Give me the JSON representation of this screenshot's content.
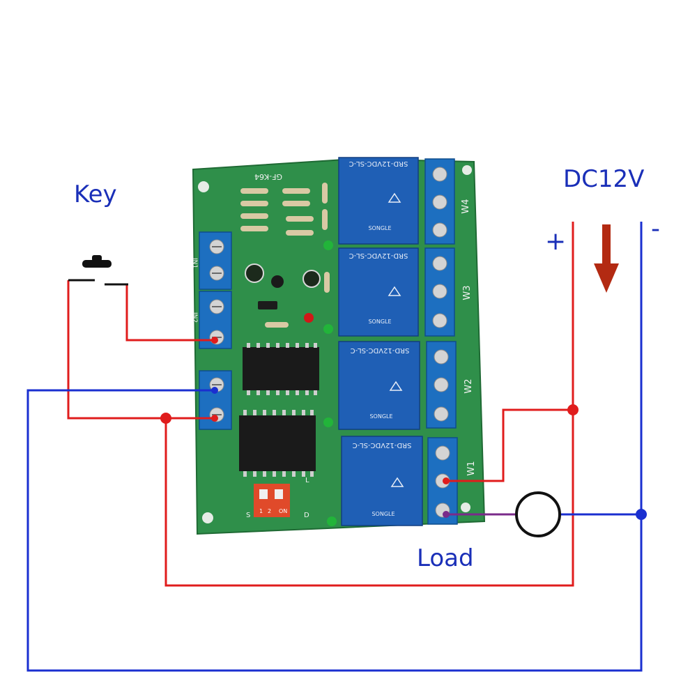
{
  "labels": {
    "key": "Key",
    "supply": "DC12V",
    "plus": "+",
    "minus": "-",
    "load": "Load"
  },
  "board": {
    "model": "GF-K64",
    "relay_marking": "SRD-12VDC-SL-C",
    "relay_brand": "SONGLE",
    "outputs": [
      "W4",
      "W3",
      "W2",
      "W1"
    ],
    "inputs": [
      "IN1",
      "IN2"
    ],
    "dip_switch": [
      "ON",
      "1",
      "2"
    ],
    "dip_left": "S",
    "dip_right": "D",
    "mark_l": "L"
  },
  "colors": {
    "board": "#2f8f4a",
    "terminal": "#1d6fc0",
    "relay": "#1f5fb5",
    "wire_positive": "#e01c1c",
    "wire_negative": "#1a2fd0",
    "wire_load": "#7a2a8a",
    "arrow": "#b32a12",
    "dip": "#e04a2a"
  }
}
